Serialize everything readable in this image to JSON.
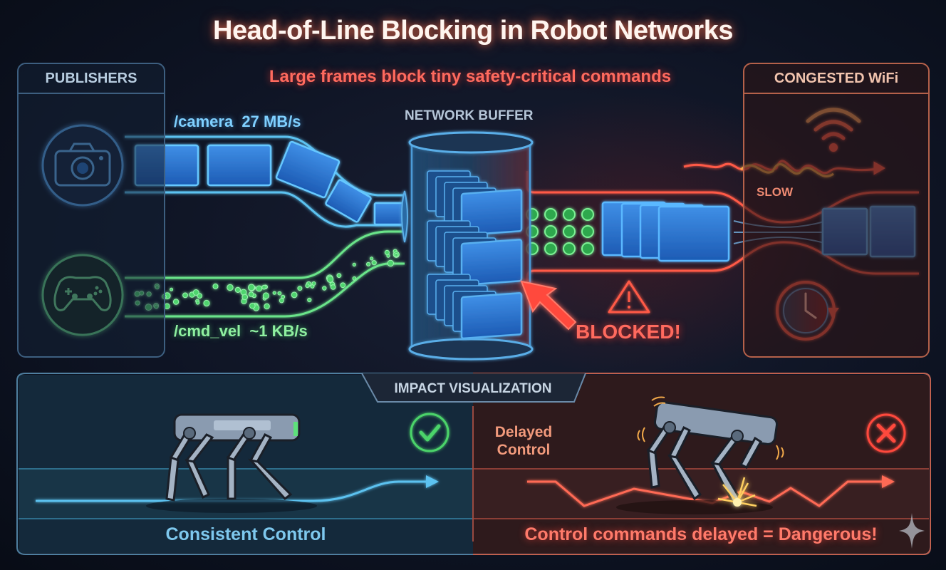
{
  "title": "Head-of-Line Blocking in Robot Networks",
  "subtitle": "Large frames block tiny safety-critical commands",
  "publishers_panel": {
    "heading": "PUBLISHERS",
    "publishers": [
      {
        "icon": "camera-icon",
        "topic_label": "/camera  27 MB/s",
        "topic": "/camera",
        "rate": "27 MB/s",
        "color": "#4aa8ff"
      },
      {
        "icon": "gamepad-icon",
        "topic_label": "/cmd_vel  ~1 KB/s",
        "topic": "/cmd_vel",
        "rate": "~1 KB/s",
        "color": "#5de07a"
      }
    ]
  },
  "buffer": {
    "label": "NETWORK BUFFER"
  },
  "blocked": {
    "label": "BLOCKED!",
    "icon": "warning-icon",
    "color": "#ff4a3e"
  },
  "wifi_panel": {
    "heading": "CONGESTED WiFi",
    "slow_label": "SLOW",
    "icons": [
      "wifi-icon",
      "clock-delay-icon"
    ]
  },
  "impact": {
    "heading": "IMPACT VISUALIZATION",
    "good": {
      "caption": "Consistent Control",
      "status_icon": "check-icon",
      "color": "#4cd46a"
    },
    "bad": {
      "tag": "Delayed Control",
      "tag_line1": "Delayed",
      "tag_line2": "Control",
      "caption": "Control commands delayed = Dangerous!",
      "status_icon": "x-icon",
      "color": "#ff4a3e"
    }
  },
  "colors": {
    "camera_blue": "#3b8fe8",
    "cmd_green": "#4fd46e",
    "alert_red": "#ff4a3e",
    "background": "#0e1424"
  }
}
